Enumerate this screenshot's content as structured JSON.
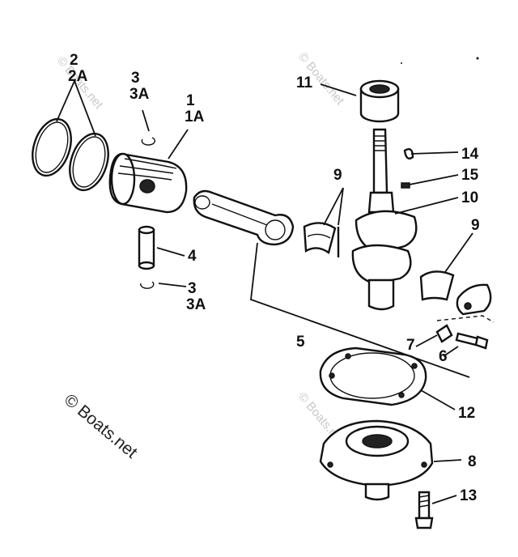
{
  "watermark": "© Boats.net",
  "callouts": [
    {
      "id": "c-2",
      "lines": [
        "2",
        "2A"
      ]
    },
    {
      "id": "c-3a",
      "lines": [
        "3",
        "3A"
      ]
    },
    {
      "id": "c-1",
      "lines": [
        "1",
        "1A"
      ]
    },
    {
      "id": "c-4",
      "lines": [
        "4"
      ]
    },
    {
      "id": "c-3b",
      "lines": [
        "3",
        "3A"
      ]
    },
    {
      "id": "c-5",
      "lines": [
        "5"
      ]
    },
    {
      "id": "c-11",
      "lines": [
        "11"
      ]
    },
    {
      "id": "c-9a",
      "lines": [
        "9"
      ]
    },
    {
      "id": "c-14",
      "lines": [
        "14"
      ]
    },
    {
      "id": "c-15",
      "lines": [
        "15"
      ]
    },
    {
      "id": "c-10",
      "lines": [
        "10"
      ]
    },
    {
      "id": "c-9b",
      "lines": [
        "9"
      ]
    },
    {
      "id": "c-7",
      "lines": [
        "7"
      ]
    },
    {
      "id": "c-6",
      "lines": [
        "6"
      ]
    },
    {
      "id": "c-12",
      "lines": [
        "12"
      ]
    },
    {
      "id": "c-8",
      "lines": [
        "8"
      ]
    },
    {
      "id": "c-13",
      "lines": [
        "13"
      ]
    }
  ]
}
